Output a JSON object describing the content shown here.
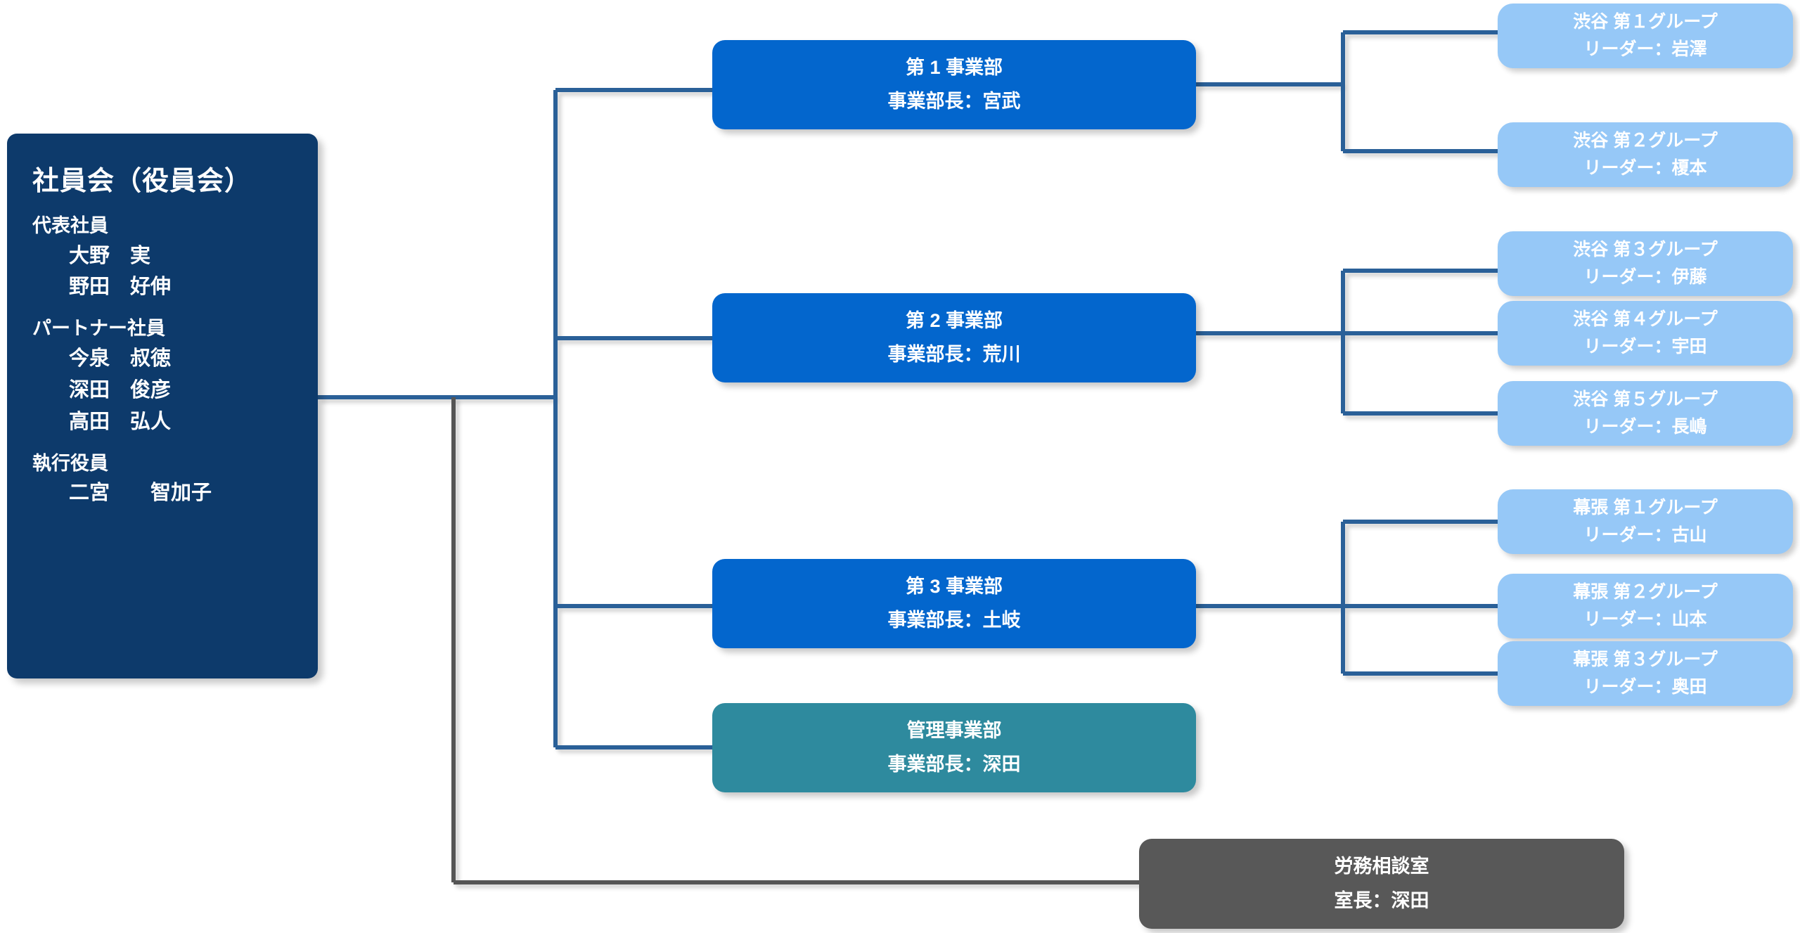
{
  "colors": {
    "root_panel": "#0d3a6b",
    "division": "#0366cd",
    "admin": "#2e8a9e",
    "group": "#96c8f7",
    "office": "#585858",
    "wire_blue": "#2b6098",
    "wire_gray": "#555555",
    "background": "#ffffff",
    "text_on_dark": "#ffffff"
  },
  "root": {
    "title": "社員会（役員会）",
    "sections": [
      {
        "heading": "代表社員",
        "members": [
          "大野　実",
          "野田　好伸"
        ]
      },
      {
        "heading": "パートナー社員",
        "members": [
          "今泉　叔徳",
          "深田　俊彦",
          "高田　弘人"
        ]
      },
      {
        "heading": "執行役員",
        "members": [
          "二宮　　智加子"
        ]
      }
    ]
  },
  "divisions": [
    {
      "name": "第 1 事業部",
      "head": "事業部長：宮武",
      "kind": "division"
    },
    {
      "name": "第 2 事業部",
      "head": "事業部長：荒川",
      "kind": "division"
    },
    {
      "name": "第 3 事業部",
      "head": "事業部長：土岐",
      "kind": "division"
    },
    {
      "name": "管理事業部",
      "head": "事業部長：深田",
      "kind": "admin"
    }
  ],
  "groups": [
    {
      "name": "渋谷 第１グループ",
      "leader": "リーダー：岩澤"
    },
    {
      "name": "渋谷 第２グループ",
      "leader": "リーダー：榎本"
    },
    {
      "name": "渋谷 第３グループ",
      "leader": "リーダー：伊藤"
    },
    {
      "name": "渋谷 第４グループ",
      "leader": "リーダー：宇田"
    },
    {
      "name": "渋谷 第５グループ",
      "leader": "リーダー：長嶋"
    },
    {
      "name": "幕張 第１グループ",
      "leader": "リーダー：古山"
    },
    {
      "name": "幕張 第２グループ",
      "leader": "リーダー：山本"
    },
    {
      "name": "幕張 第３グループ",
      "leader": "リーダー：奥田"
    }
  ],
  "office": {
    "name": "労務相談室",
    "head": "室長：深田"
  }
}
